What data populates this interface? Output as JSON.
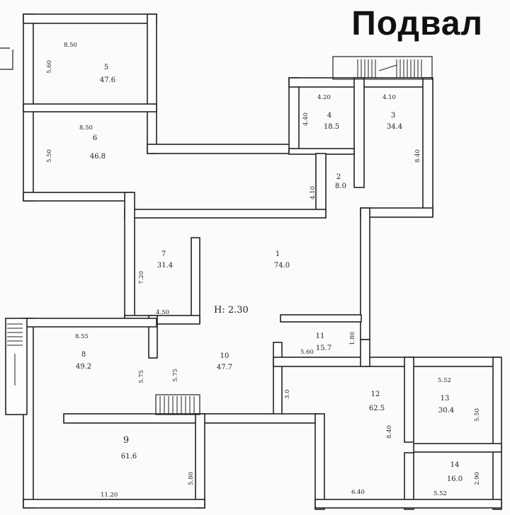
{
  "title": "Подвал",
  "height_note": "H: 2.30",
  "rooms": [
    {
      "id": "1",
      "num": "1",
      "area": "74.0"
    },
    {
      "id": "2",
      "num": "2",
      "area": "8.0"
    },
    {
      "id": "3",
      "num": "3",
      "area": "34.4"
    },
    {
      "id": "4",
      "num": "4",
      "area": "18.5"
    },
    {
      "id": "5",
      "num": "5",
      "area": "47.6"
    },
    {
      "id": "6",
      "num": "6",
      "area": "46.8"
    },
    {
      "id": "7",
      "num": "7",
      "area": "31.4"
    },
    {
      "id": "8",
      "num": "8",
      "area": "49.2"
    },
    {
      "id": "9",
      "num": "9",
      "area": "61.6"
    },
    {
      "id": "10",
      "num": "10",
      "area": "47.7"
    },
    {
      "id": "11",
      "num": "11",
      "area": "15.7"
    },
    {
      "id": "12",
      "num": "12",
      "area": "62.5"
    },
    {
      "id": "13",
      "num": "13",
      "area": "30.4"
    },
    {
      "id": "14",
      "num": "14",
      "area": "16.0"
    }
  ],
  "dimensions": {
    "r5_width": "8.50",
    "r5_height": "5.60",
    "r6_width": "8.50",
    "r6_height": "5.50",
    "r4_width": "4.20",
    "r4_height": "4.40",
    "r3_width": "4.10",
    "r3_height": "8.40",
    "r2_height": "4.10",
    "r7_height": "7.20",
    "r7_width": "4.50",
    "r8_width": "8.55",
    "r8_height": "5.75",
    "r10_height": "5.75",
    "r11_width": "5.60",
    "r11_height": "1.80",
    "r12_height_left": "3.0",
    "r12_height": "8.40",
    "r12_width": "6.40",
    "r13_width": "5.52",
    "r13_height": "5.50",
    "r14_height": "2.90",
    "r14_width": "5.52",
    "r9_height": "5.80",
    "r9_width": "11.20"
  }
}
